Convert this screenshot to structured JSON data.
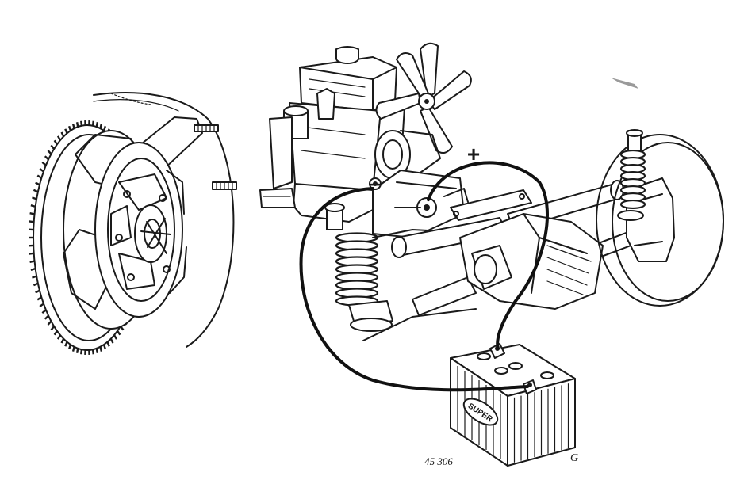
{
  "labels": {
    "positive": "+",
    "negative": "−",
    "plate_number": "45 306",
    "signature": "G",
    "battery_brand": "SUPER"
  }
}
